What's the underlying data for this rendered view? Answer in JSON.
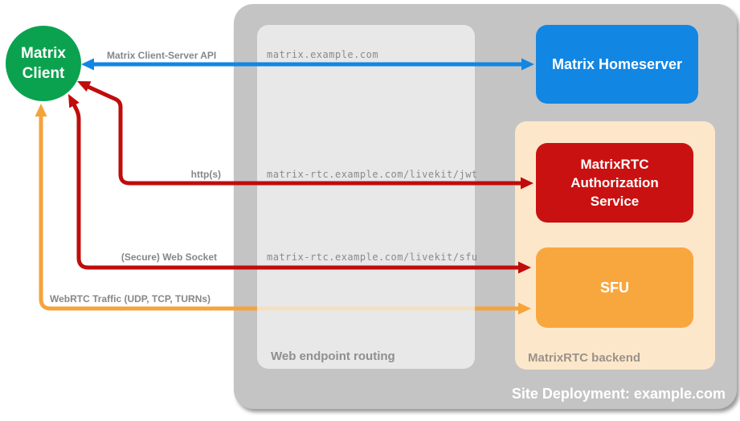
{
  "title": "Site Deployment: example.com",
  "client": {
    "line1": "Matrix",
    "line2": "Client"
  },
  "groups": {
    "web_routing": "Web endpoint routing",
    "backend": "MatrixRTC backend"
  },
  "nodes": {
    "homeserver": "Matrix Homeserver",
    "auth_line1": "MatrixRTC",
    "auth_line2": "Authorization",
    "auth_line3": "Service",
    "sfu": "SFU"
  },
  "flows": {
    "api": {
      "label": "Matrix Client-Server API",
      "route": "matrix.example.com"
    },
    "jwt": {
      "label": "http(s)",
      "route": "matrix-rtc.example.com/livekit/jwt"
    },
    "ws": {
      "label": "(Secure) Web Socket",
      "route": "matrix-rtc.example.com/livekit/sfu"
    },
    "webrtc": {
      "label": "WebRTC Traffic (UDP, TCP, TURNs)",
      "route": ""
    }
  },
  "colors": {
    "client_green": "#0ba24f",
    "homeserver_blue": "#1286e3",
    "auth_red": "#ca1111",
    "arrow_red": "#c00c0c",
    "sfu_orange": "#f8a73f",
    "arrow_orange": "#f6a33c",
    "backend_peach": "#fde7cb",
    "outer_gray": "#c4c4c4",
    "inner_gray": "#e8e8e8",
    "label_gray": "#8a8a8a"
  }
}
